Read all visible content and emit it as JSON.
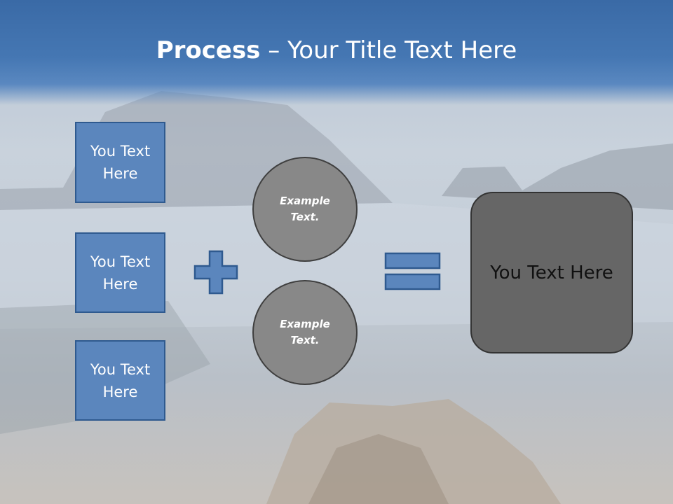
{
  "slide": {
    "title_bold": "Process",
    "title_rest": " – Your Title Text Here",
    "boxes": [
      "You Text\nHere",
      "You Text\nHere",
      "You Text\nHere"
    ],
    "circles": [
      "Example\nText.",
      "Example\nText."
    ],
    "result": "You Text Here"
  },
  "colors": {
    "header": "#4577b3",
    "box_fill": "#5b86bd",
    "box_border": "#2f5a8f",
    "circle_fill": "#888888",
    "result_fill": "#666666"
  },
  "icons": [
    "plus-icon",
    "equals-icon"
  ]
}
